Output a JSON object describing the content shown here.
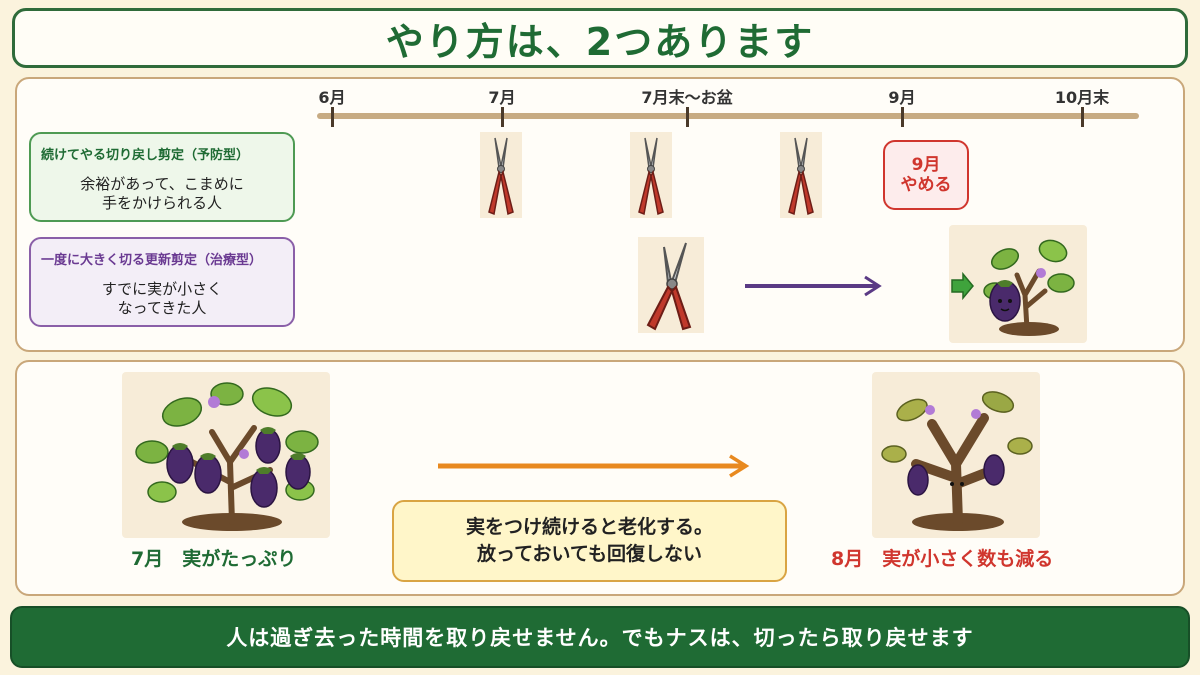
{
  "title": "やり方は、2つあります",
  "timeline": {
    "labels": [
      "6月",
      "7月",
      "7月末〜お盆",
      "9月",
      "10月末"
    ]
  },
  "methods": [
    {
      "title": "続けてやる切り戻し剪定（予防型）",
      "desc_line1": "余裕があって、こまめに",
      "desc_line2": "手をかけられる人"
    },
    {
      "title": "一度に大きく切る更新剪定（治療型）",
      "desc_line1": "すでに実が小さく",
      "desc_line2": "なってきた人"
    }
  ],
  "stop_badge": {
    "line1": "9月",
    "line2": "やめる"
  },
  "bottom": {
    "left_caption": "7月　実がたっぷり",
    "right_caption": "8月　実が小さく数も減る",
    "note_line1": "実をつけ続けると老化する。",
    "note_line2": "放っておいても回復しない"
  },
  "footer": "人は過ぎ去った時間を取り戻せません。でもナスは、切ったら取り戻せます",
  "colors": {
    "green": "#1f6b34",
    "purple": "#6a3a92",
    "red": "#d0362e",
    "orange": "#e8891f",
    "eggplant": "#4a2a6b"
  }
}
